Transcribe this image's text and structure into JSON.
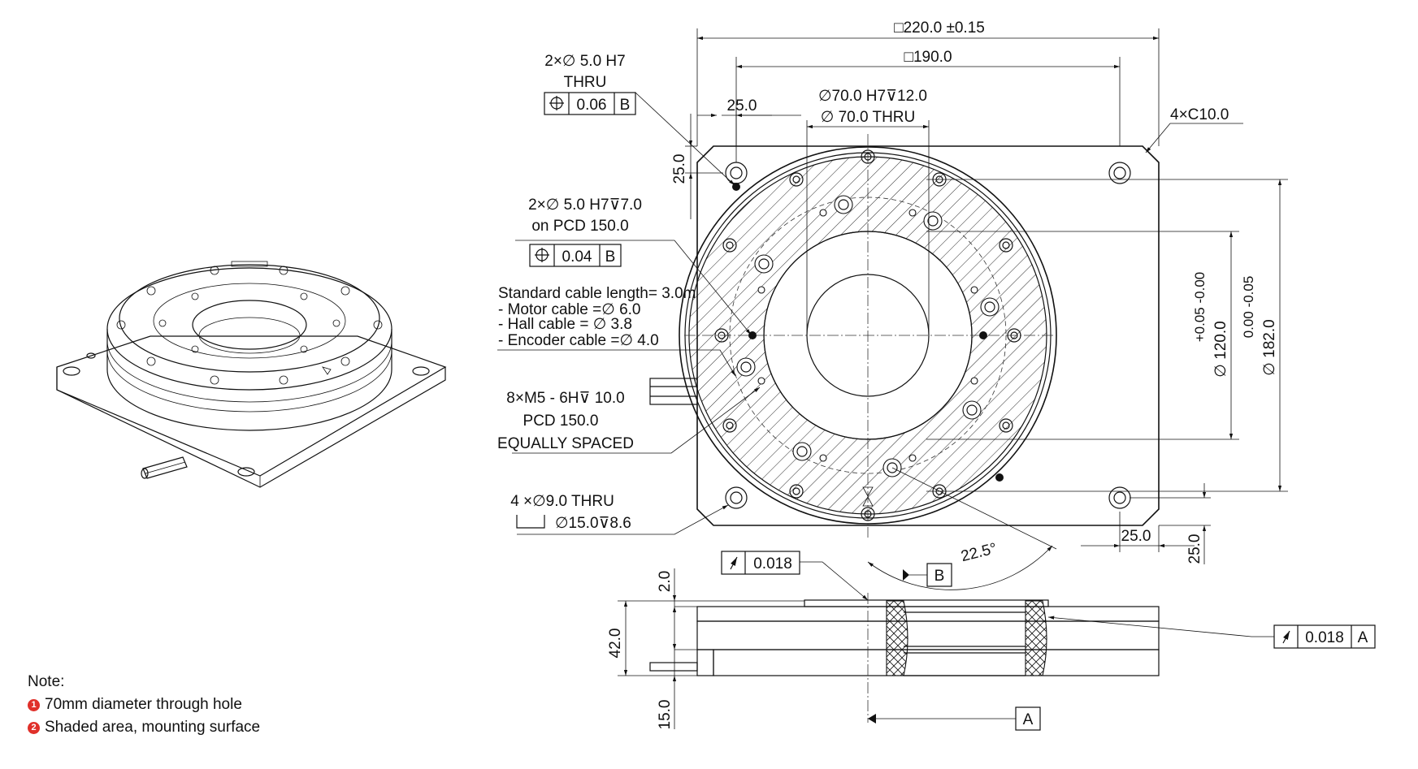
{
  "dimensions": {
    "square_outer": "□220.0 ±0.15",
    "square_inner": "□190.0",
    "bore_depth": "∅70.0 H7⊽12.0",
    "bore_thru": "∅ 70.0 THRU",
    "chamfer": "4×C10.0",
    "edge_x_top": "25.0",
    "edge_y_top": "25.0",
    "edge_x_bottom": "25.0",
    "edge_y_bottom": "25.0",
    "dia_120_label": "∅ 120.0",
    "dia_120_tol": "+0.05  -0.00",
    "dia_182_label": "∅ 182.0",
    "dia_182_tol": "0.00  -0.05",
    "angle": "22.5°",
    "height_total": "42.0",
    "height_top": "2.0",
    "height_bottom": "15.0"
  },
  "callouts": {
    "pin_thru_l1": "2×∅ 5.0 H7",
    "pin_thru_l2": "THRU",
    "pin_thru_tol": "0.06",
    "pin_thru_ref": "B",
    "pin_depth_l1": "2×∅ 5.0 H7⊽7.0",
    "pin_depth_l2": "on PCD 150.0",
    "pin_depth_tol": "0.04",
    "pin_depth_ref": "B",
    "cable_l1": "Standard cable length= 3.0m",
    "cable_l2": "- Motor cable =∅ 6.0",
    "cable_l3": "- Hall cable = ∅ 3.8",
    "cable_l4": "- Encoder cable =∅ 4.0",
    "m5_l1": "8×M5 - 6H⊽ 10.0",
    "m5_l2": "PCD 150.0",
    "m5_l3": "EQUALLY SPACED",
    "thru_l1": "4 ×∅9.0 THRU",
    "thru_l2": "∅15.0⊽8.6",
    "runout_top": "0.018",
    "runout_right": "0.018",
    "runout_right_ref": "A",
    "datum_b": "B",
    "datum_a": "A"
  },
  "notes": {
    "title": "Note:",
    "items": [
      {
        "num": "1",
        "text": "70mm diameter through hole"
      },
      {
        "num": "2",
        "text": "Shaded area, mounting surface"
      }
    ]
  },
  "colors": {
    "line": "#111111",
    "note_bullet": "#e0302a"
  }
}
